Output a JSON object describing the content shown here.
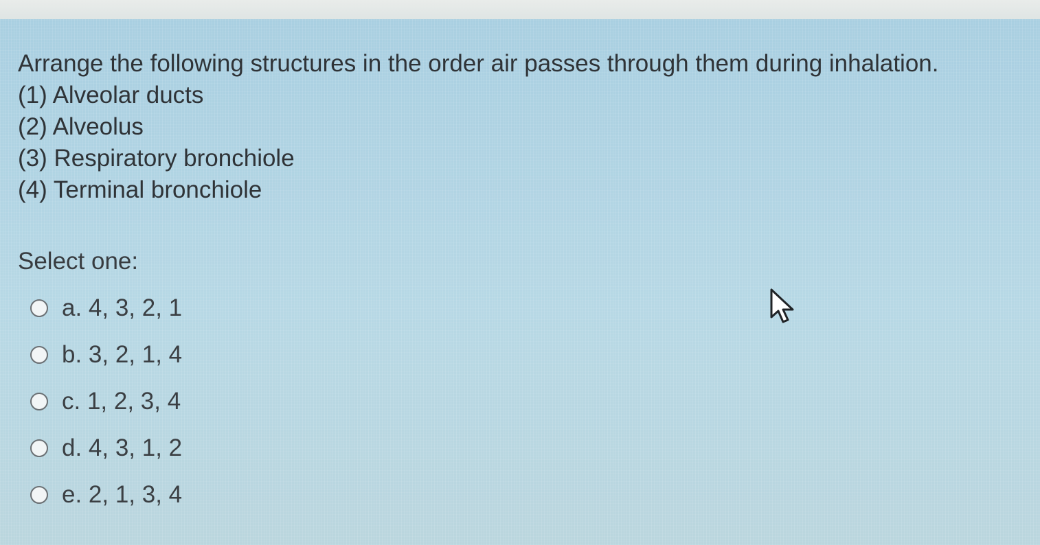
{
  "question": {
    "prompt": "Arrange the following structures in the order air passes through them during inhalation.",
    "items": [
      "(1) Alveolar ducts",
      "(2) Alveolus",
      "(3) Respiratory bronchiole",
      "(4) Terminal bronchiole"
    ]
  },
  "select_prompt": "Select one:",
  "answers": [
    "a. 4, 3, 2, 1",
    "b. 3, 2, 1, 4",
    "c. 1, 2, 3, 4",
    "d. 4, 3, 1, 2",
    "e. 2, 1, 3, 4"
  ],
  "icons": {
    "cursor": "mouse-pointer-icon",
    "radio": "radio-button-unselected"
  },
  "colors": {
    "panel_background": "#b4d5e3",
    "text": "#2f3337",
    "radio_border": "#6a6f73"
  }
}
